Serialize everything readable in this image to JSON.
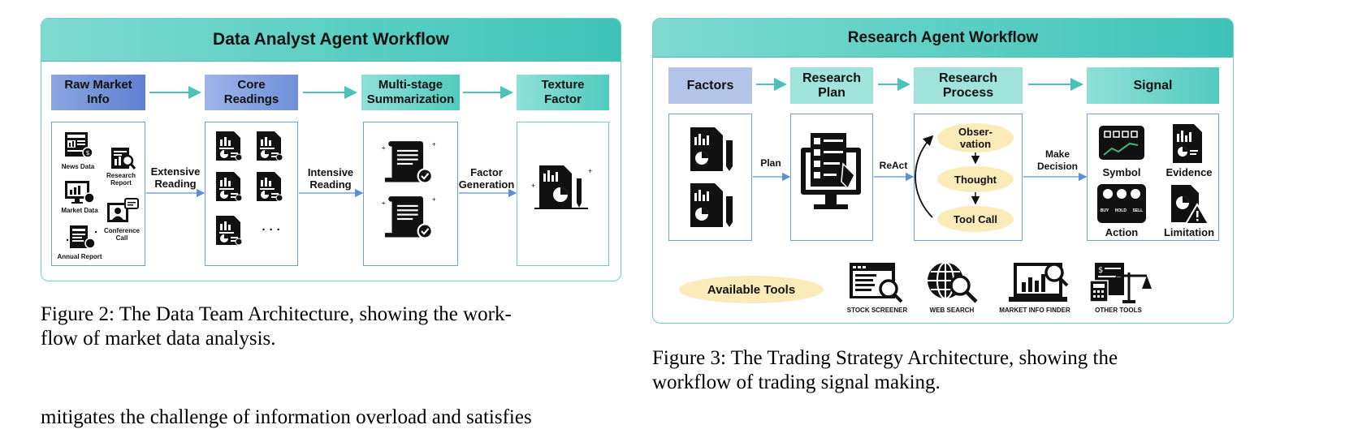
{
  "figure2": {
    "title": "Data Analyst Agent Workflow",
    "stages": [
      "Raw Market\nInfo",
      "Core\nReadings",
      "Multi-stage\nSummarization",
      "Texture\nFactor"
    ],
    "arrow_labels": [
      "Extensive\nReading",
      "Intensive\nReading",
      "Factor\nGeneration"
    ],
    "sources": [
      "News Data",
      "Research\nReport",
      "Market Data",
      "Conference\nCall",
      "Annual Report"
    ],
    "ellipsis": "· · ·",
    "caption": "Figure 2: The Data Team Architecture, showing the work-\nflow of market data analysis."
  },
  "figure3": {
    "title": "Research Agent Workflow",
    "stages": [
      "Factors",
      "Research\nPlan",
      "Research\nProcess",
      "Signal"
    ],
    "arrow_labels": [
      "Plan",
      "ReAct",
      "Make\nDecision"
    ],
    "process_steps": [
      "Obser-\nvation",
      "Thought",
      "Tool Call"
    ],
    "signals": [
      "Symbol",
      "Evidence",
      "Action",
      "Limitation"
    ],
    "action_buttons": [
      "BUY",
      "HOLD",
      "SELL"
    ],
    "available_tools_label": "Available Tools",
    "tools": [
      "STOCK SCREENER",
      "WEB SEARCH",
      "MARKET INFO FINDER",
      "OTHER TOOLS"
    ],
    "caption": "Figure 3: The Trading Strategy Architecture, showing the\nworkflow of trading signal making."
  },
  "body_text": "mitigates the challenge of information overload and satisfies",
  "icons": [
    "newspaper-icon",
    "research-report-icon",
    "market-data-icon",
    "conference-call-icon",
    "annual-report-icon",
    "document-chart-icon",
    "checklist-monitor-icon",
    "stock-screener-icon",
    "web-search-icon",
    "market-info-finder-icon",
    "other-tools-icon",
    "warning-icon"
  ],
  "colors": {
    "teal_header": "#5dcfc4",
    "blue_stage": "#6f8fd8",
    "teal_stage": "#52cbbf",
    "pill": "#fbebb8",
    "box_border": "#6aa0e0"
  }
}
